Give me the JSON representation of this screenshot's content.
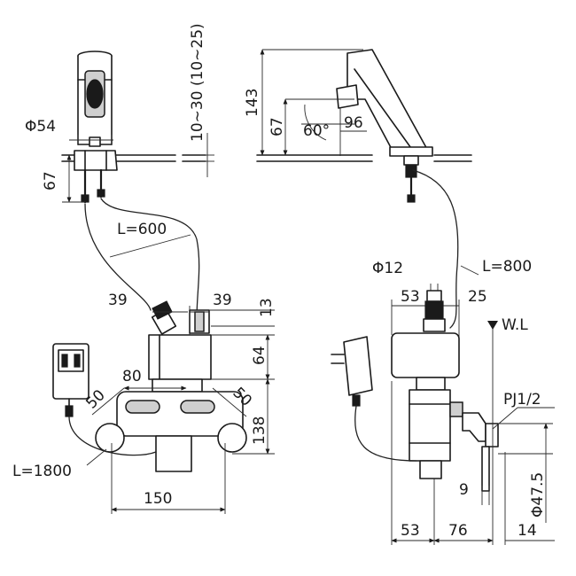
{
  "dimensions": {
    "d54": "Φ54",
    "h67_left": "67",
    "height_range": "10~30 (10~25)",
    "l600": "L=600",
    "w39_left": "39",
    "w39_right": "39",
    "h13": "13",
    "h64": "64",
    "w80": "80",
    "angle50_left": "50",
    "angle50_right": "50",
    "h138": "138",
    "l1800": "L=1800",
    "w150": "150",
    "h143": "143",
    "h67_right": "67",
    "a60": "60°",
    "w96": "96",
    "d12": "Φ12",
    "l800": "L=800",
    "w53_top": "53",
    "w25": "25",
    "wl": "W.L",
    "pj": "PJ1/2",
    "d47_5": "Φ47.5",
    "w9": "9",
    "w53_bottom": "53",
    "w76": "76",
    "w14": "14"
  }
}
